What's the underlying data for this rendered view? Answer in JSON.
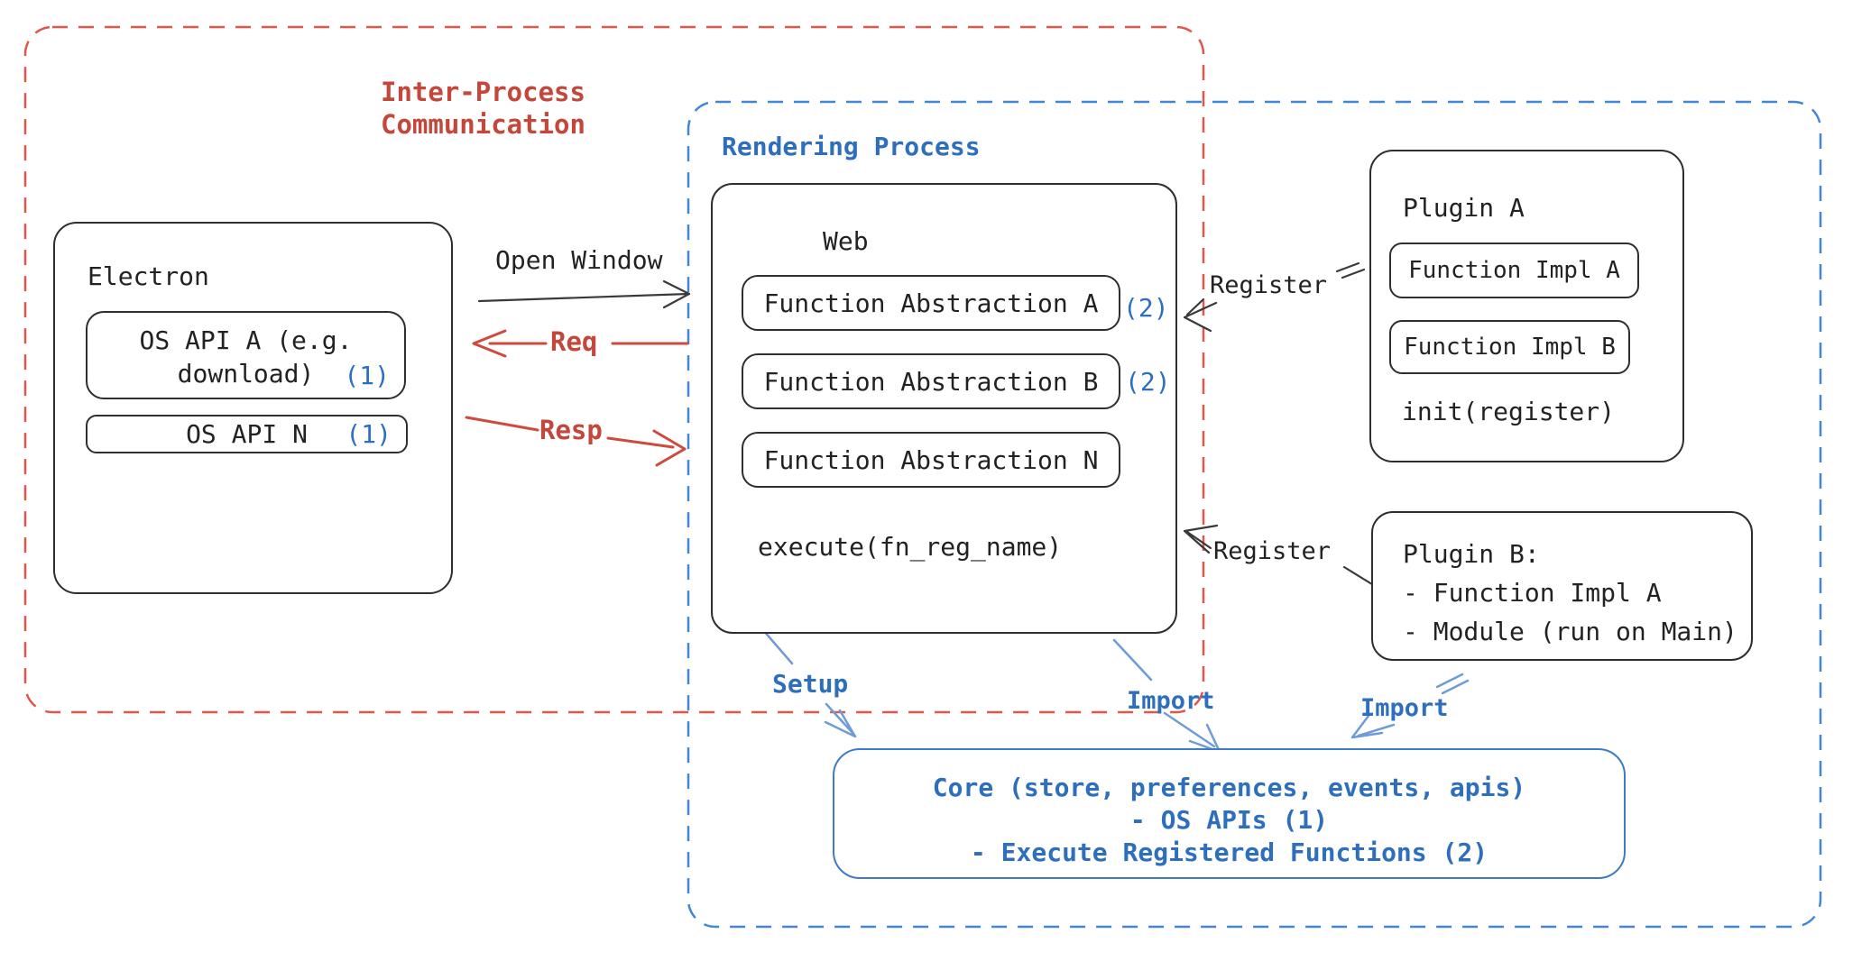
{
  "ipc": {
    "title": "Inter-Process\nCommunication"
  },
  "rendering": {
    "title": "Rendering Process"
  },
  "electron": {
    "title": "Electron",
    "os_api_a": {
      "label": "OS API A (e.g. download)",
      "badge": "(1)"
    },
    "os_api_n": {
      "label": "OS API N",
      "badge": "(1)"
    }
  },
  "web": {
    "title": "Web",
    "abstractions": [
      {
        "label": "Function Abstraction A",
        "badge": "(2)"
      },
      {
        "label": "Function Abstraction B",
        "badge": "(2)"
      },
      {
        "label": "Function Abstraction N",
        "badge": ""
      }
    ],
    "execute": "execute(fn_reg_name)"
  },
  "plugin_a": {
    "title": "Plugin A",
    "impl_a": "Function Impl A",
    "impl_b": "Function Impl B",
    "init": "init(register)"
  },
  "plugin_b": {
    "line1": "Plugin B:",
    "line2": "- Function Impl A",
    "line3": "- Module (run on Main)"
  },
  "core": {
    "line1": "Core (store, preferences, events, apis)",
    "line2": "- OS APIs (1)",
    "line3": "- Execute Registered Functions (2)"
  },
  "arrows": {
    "open_window": "Open Window",
    "req": "Req",
    "resp": "Resp",
    "register_a": "Register",
    "register_b": "Register",
    "setup": "Setup",
    "import_web": "Import",
    "import_plugin": "Import"
  },
  "colors": {
    "red_text": "#c4473c",
    "red_dash": "#e0564b",
    "blue_text": "#2e6fbd",
    "blue_dash": "#4486d6",
    "blue_arrow": "#6f9bd6",
    "black": "#2e2e2e"
  }
}
